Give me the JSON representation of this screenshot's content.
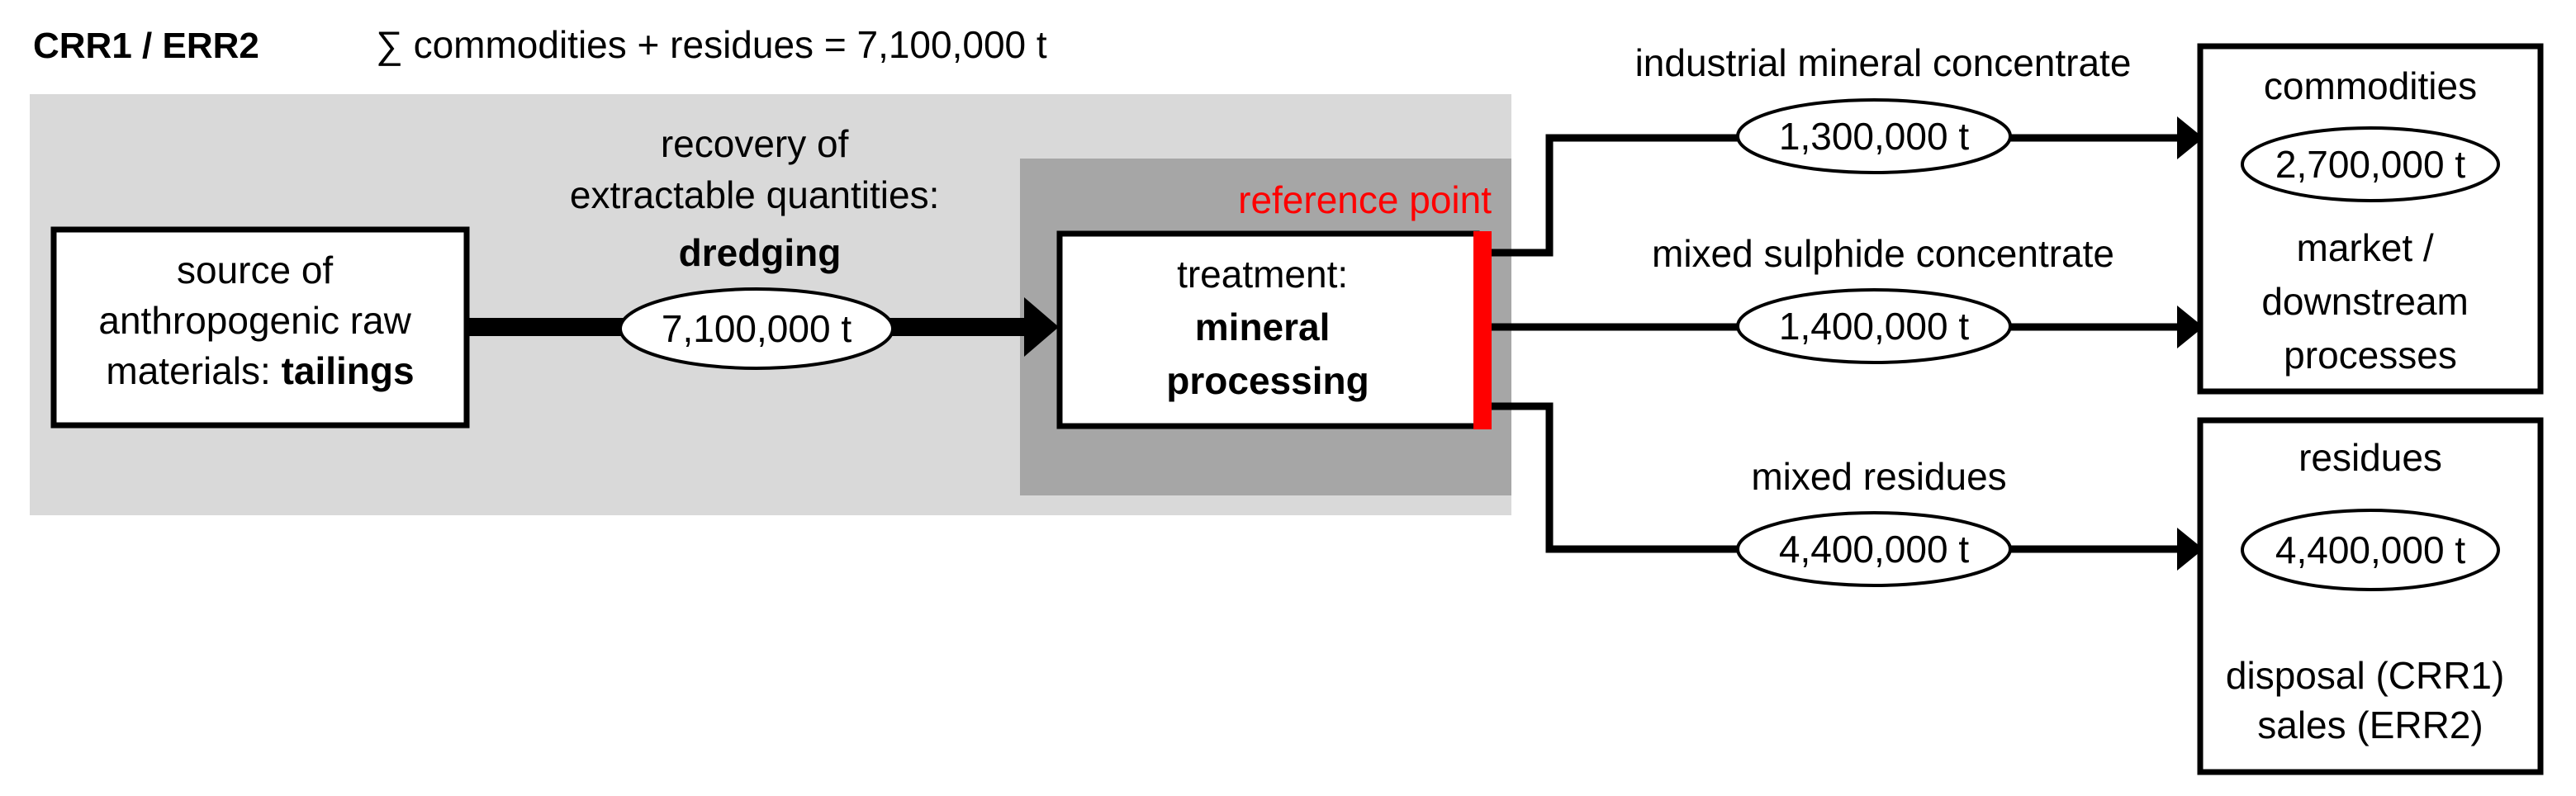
{
  "header": {
    "title": "CRR1 / ERR2",
    "formula": "∑ commodities + residues = 7,100,000 t"
  },
  "source": {
    "line1": "source of",
    "line2": "anthropogenic raw",
    "line3_prefix": "materials: ",
    "line3_bold": "tailings"
  },
  "recovery": {
    "line1": "recovery of",
    "line2": "extractable quantities:",
    "method": "dredging",
    "quantity": "7,100,000 t"
  },
  "reference_point": "reference point",
  "treatment": {
    "line1": "treatment:",
    "line2": "mineral",
    "line3": "processing"
  },
  "flows": {
    "industrial": {
      "label": "industrial mineral concentrate",
      "quantity": "1,300,000 t"
    },
    "sulphide": {
      "label": "mixed sulphide concentrate",
      "quantity": "1,400,000 t"
    },
    "residues": {
      "label": "mixed residues",
      "quantity": "4,400,000 t"
    }
  },
  "commodities": {
    "title": "commodities",
    "quantity": "2,700,000 t",
    "line1": "market /",
    "line2": "downstream",
    "line3": "processes"
  },
  "residues_box": {
    "title": "residues",
    "quantity": "4,400,000 t",
    "line1": "disposal (CRR1)",
    "line2": "sales (ERR2)"
  },
  "colors": {
    "outer_region": "#d9d9d9",
    "inner_region": "#a6a6a6",
    "reference_accent": "#ff0000"
  }
}
